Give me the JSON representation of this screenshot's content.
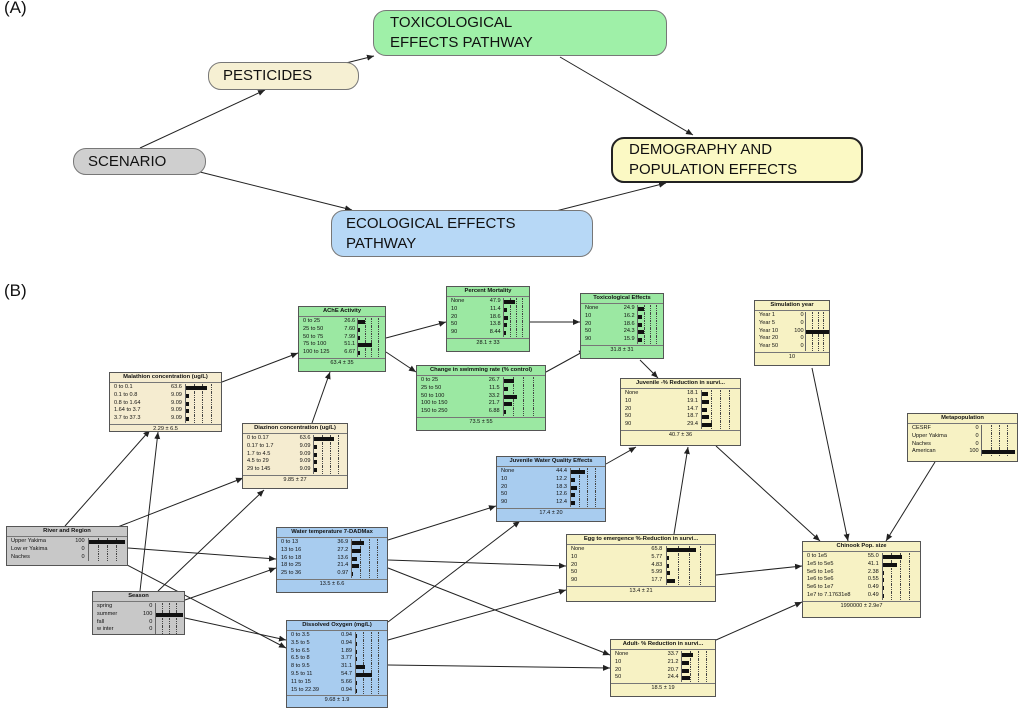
{
  "panels": {
    "a": "(A)",
    "b": "(B)"
  },
  "colors": {
    "yellow_node": "#f7f2c4",
    "beige_node": "#f5ecd0",
    "green_node": "#9be8a2",
    "blue_node": "#a8ccef",
    "grey_node": "#c8c8c8"
  },
  "concepts": [
    {
      "id": "toxicological",
      "text": "TOXICOLOGICAL EFFECTS PATHWAY",
      "color": "#9ff0a8"
    },
    {
      "id": "pesticides",
      "text": "PESTICIDES",
      "color": "#f6f0d3"
    },
    {
      "id": "scenario",
      "text": "SCENARIO",
      "color": "#cfcfcf"
    },
    {
      "id": "demography",
      "text": "DEMOGRAPHY AND POPULATION EFFECTS",
      "color": "#fbf9c4"
    },
    {
      "id": "ecological",
      "text": "ECOLOGICAL EFFECTS PATHWAY",
      "color": "#b7d8f6"
    }
  ],
  "nodes": [
    {
      "id": "malathion",
      "title": "Malathion concentration (ug/L)",
      "color": "#f5ecd0",
      "states": [
        [
          "0 to 0.1",
          "63.6"
        ],
        [
          "0.1 to 0.8",
          "9.09"
        ],
        [
          "0.8 to 1.64",
          "9.09"
        ],
        [
          "1.64 to 3.7",
          "9.09"
        ],
        [
          "3.7 to 37.3",
          "9.09"
        ]
      ],
      "footer": "2.29 ± 6.5"
    },
    {
      "id": "diazinon",
      "title": "Diazinon concentration (ug/L)",
      "color": "#f5ecd0",
      "states": [
        [
          "0 to 0.17",
          "63.6"
        ],
        [
          "0.17 to 1.7",
          "9.09"
        ],
        [
          "1.7 to 4.5",
          "9.09"
        ],
        [
          "4.5 to 29",
          "9.09"
        ],
        [
          "29 to 145",
          "9.09"
        ]
      ],
      "footer": "9.85 ± 27"
    },
    {
      "id": "ache",
      "title": "AChE Activity",
      "color": "#9be8a2",
      "states": [
        [
          "0 to 25",
          "26.6"
        ],
        [
          "25 to 50",
          "7.60"
        ],
        [
          "50 to 75",
          "7.99"
        ],
        [
          "75 to 100",
          "51.1"
        ],
        [
          "100 to 125",
          "6.67"
        ]
      ],
      "footer": "63.4 ± 35"
    },
    {
      "id": "mortality",
      "title": "Percent Mortality",
      "color": "#9be8a2",
      "states": [
        [
          "None",
          "47.9"
        ],
        [
          "10",
          "11.4"
        ],
        [
          "20",
          "18.6"
        ],
        [
          "50",
          "13.8"
        ],
        [
          "90",
          "8.44"
        ]
      ],
      "footer": "28.1 ± 33"
    },
    {
      "id": "swimming",
      "title": "Change in swimming rate (% control)",
      "color": "#9be8a2",
      "states": [
        [
          "0 to 25",
          "26.7"
        ],
        [
          "25 to 50",
          "11.5"
        ],
        [
          "50 to 100",
          "33.2"
        ],
        [
          "100 to 150",
          "21.7"
        ],
        [
          "150 to 250",
          "6.88"
        ]
      ],
      "footer": "73.5 ± 55"
    },
    {
      "id": "toxeffects",
      "title": "Toxicological Effects",
      "color": "#9be8a2",
      "states": [
        [
          "None",
          "24.9"
        ],
        [
          "10",
          "16.2"
        ],
        [
          "20",
          "18.6"
        ],
        [
          "50",
          "24.3"
        ],
        [
          "90",
          "15.9"
        ]
      ],
      "footer": "31.8 ± 31"
    },
    {
      "id": "juvenile",
      "title": "Juvenile -% Reduction in survi...",
      "color": "#f7f2c4",
      "states": [
        [
          "None",
          "18.1"
        ],
        [
          "10",
          "19.1"
        ],
        [
          "20",
          "14.7"
        ],
        [
          "50",
          "18.7"
        ],
        [
          "90",
          "29.4"
        ]
      ],
      "footer": "40.7 ± 36"
    },
    {
      "id": "simyear",
      "title": "Simulation year",
      "color": "#f7f2c4",
      "states": [
        [
          "Year 1",
          "0"
        ],
        [
          "Year 5",
          "0"
        ],
        [
          "Year 10",
          "100"
        ],
        [
          "Year 20",
          "0"
        ],
        [
          "Year 50",
          "0"
        ]
      ],
      "footer": "10"
    },
    {
      "id": "metapop",
      "title": "Metapopulation",
      "color": "#f7f2c4",
      "states": [
        [
          "CESRF",
          "0"
        ],
        [
          "Upper Yakima",
          "0"
        ],
        [
          "Naches",
          "0"
        ],
        [
          "American",
          "100"
        ]
      ],
      "footer": ""
    },
    {
      "id": "river",
      "title": "River and Region",
      "color": "#c8c8c8",
      "states": [
        [
          "Upper Yakima",
          "100"
        ],
        [
          "Low er Yakima",
          "0"
        ],
        [
          "Naches",
          "0"
        ]
      ],
      "footer": ""
    },
    {
      "id": "season",
      "title": "Season",
      "color": "#c8c8c8",
      "states": [
        [
          "spring",
          "0"
        ],
        [
          "summer",
          "100"
        ],
        [
          "fall",
          "0"
        ],
        [
          "w inter",
          "0"
        ]
      ],
      "footer": ""
    },
    {
      "id": "watertemp",
      "title": "Water temperature 7-DADMax",
      "color": "#a8ccef",
      "states": [
        [
          "0 to 13",
          "36.9"
        ],
        [
          "13 to 16",
          "27.2"
        ],
        [
          "16 to 18",
          "13.6"
        ],
        [
          "18 to 25",
          "21.4"
        ],
        [
          "25 to 36",
          "0.97"
        ]
      ],
      "footer": "13.5 ± 6.6"
    },
    {
      "id": "juvwq",
      "title": "Juvenile Water Quality Effects",
      "color": "#a8ccef",
      "states": [
        [
          "None",
          "44.4"
        ],
        [
          "10",
          "12.2"
        ],
        [
          "20",
          "18.3"
        ],
        [
          "50",
          "12.6"
        ],
        [
          "90",
          "12.4"
        ]
      ],
      "footer": "17.4 ± 20"
    },
    {
      "id": "do",
      "title": "Dissolved Oxygen (mg/L)",
      "color": "#a8ccef",
      "states": [
        [
          "0 to 3.5",
          "0.94"
        ],
        [
          "3.5 to 5",
          "0.94"
        ],
        [
          "5 to 6.5",
          "1.89"
        ],
        [
          "6.5 to 8",
          "3.77"
        ],
        [
          "8 to 9.5",
          "31.1"
        ],
        [
          "9.5 to 11",
          "54.7"
        ],
        [
          "11 to 15",
          "5.66"
        ],
        [
          "15 to 22.39",
          "0.94"
        ]
      ],
      "footer": "9.68 ± 1.9"
    },
    {
      "id": "egg",
      "title": "Egg to emergence %-Reduction in survi...",
      "color": "#f7f2c4",
      "states": [
        [
          "None",
          "65.8"
        ],
        [
          "10",
          "5.77"
        ],
        [
          "20",
          "4.83"
        ],
        [
          "50",
          "5.99"
        ],
        [
          "90",
          "17.7"
        ]
      ],
      "footer": "13.4 ± 21"
    },
    {
      "id": "adult",
      "title": "Adult- % Reduction in survi...",
      "color": "#f7f2c4",
      "states": [
        [
          "None",
          "33.7"
        ],
        [
          "10",
          "21.2"
        ],
        [
          "20",
          "20.7"
        ],
        [
          "50",
          "24.4"
        ]
      ],
      "footer": "18.5 ± 19"
    },
    {
      "id": "chinook",
      "title": "Chinook Pop. size",
      "color": "#f7f2c4",
      "states": [
        [
          "0 to 1e5",
          "55.0"
        ],
        [
          "1e5 to 5e5",
          "41.1"
        ],
        [
          "5e5 to 1e6",
          "2.38"
        ],
        [
          "1e6 to 5e6",
          "0.55"
        ],
        [
          "5e6 to 1e7",
          "0.49"
        ],
        [
          "1e7 to 7.17631e8",
          "0.49"
        ]
      ],
      "footer": "1990000 ± 2.9e7"
    }
  ]
}
